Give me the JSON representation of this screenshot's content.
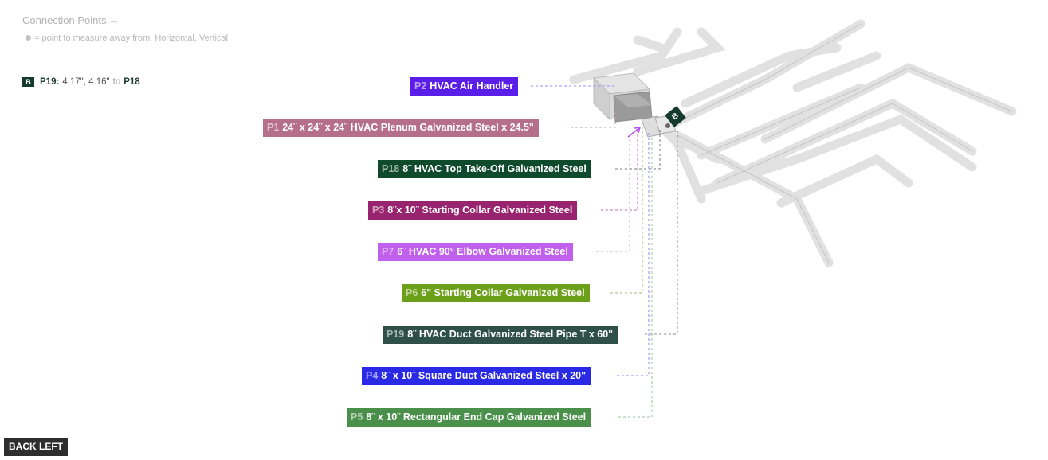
{
  "header": {
    "title": "Connection Points",
    "legend_text": "= point to measure away from. Horizontal, Vertical"
  },
  "measurement": {
    "badge": "B",
    "point": "P19:",
    "values": "4.17\", 4.16\"",
    "to_word": "to",
    "target": "P18"
  },
  "parts": [
    {
      "id": "P2",
      "label": "HVAC Air Handler",
      "color": "#5a1ee8"
    },
    {
      "id": "P1",
      "label": "24¨ x 24¨ x 24¨ HVAC Plenum Galvanized Steel x 24.5\"",
      "color": "#b66f88"
    },
    {
      "id": "P18",
      "label": "8¨ HVAC Top Take-Off Galvanized Steel",
      "color": "#0f4a2c"
    },
    {
      "id": "P3",
      "label": "8¨x 10¨ Starting Collar Galvanized Steel",
      "color": "#98236f"
    },
    {
      "id": "P7",
      "label": "6¨ HVAC 90° Elbow Galvanized Steel",
      "color": "#c060ec"
    },
    {
      "id": "P6",
      "label": "6\" Starting Collar Galvanized Steel",
      "color": "#6da01a"
    },
    {
      "id": "P19",
      "label": "8¨ HVAC Duct Galvanized Steel Pipe T x 60\"",
      "color": "#2f4f49"
    },
    {
      "id": "P4",
      "label": "8¨ x 10¨ Square Duct Galvanized Steel x 20\"",
      "color": "#2a2ae6"
    },
    {
      "id": "P5",
      "label": "8¨ x 10¨ Rectangular End Cap Galvanized Steel",
      "color": "#4a8f4a"
    }
  ],
  "scene_marker": "B",
  "back_button": "BACK LEFT"
}
